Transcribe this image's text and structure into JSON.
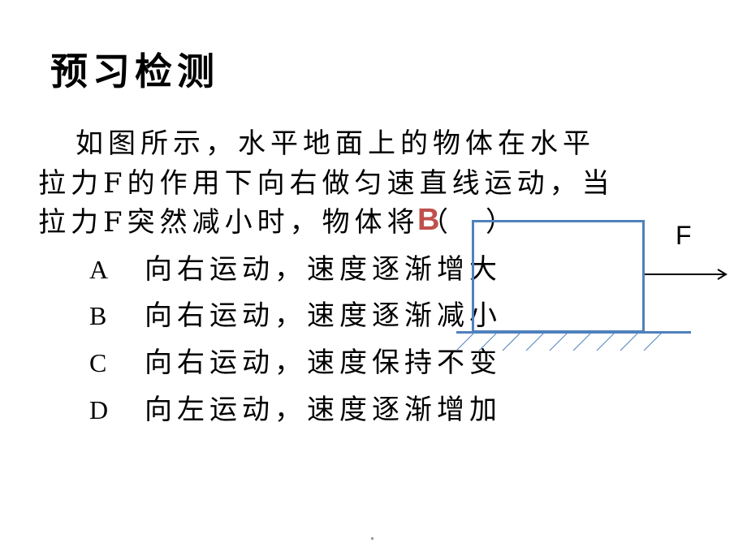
{
  "slide": {
    "title": "预习检测",
    "question": {
      "line1": "如图所示，水平地面上的物体在水平",
      "line2": "拉力F的作用下向右做匀速直线运动，当",
      "line3": "拉力F突然减小时，物体将",
      "paren_open": "（",
      "paren_close": "）"
    },
    "answer": {
      "value": "B",
      "color": "#c0504d"
    },
    "options": [
      {
        "letter": "A",
        "text": "向右运动，速度逐渐增大"
      },
      {
        "letter": "B",
        "text": "向右运动，速度逐渐减小"
      },
      {
        "letter": "C",
        "text": "向右运动，速度保持不变"
      },
      {
        "letter": "D",
        "text": "向左运动，速度逐渐增加"
      }
    ],
    "diagram": {
      "force_label": "F",
      "box_color": "#4f81bd",
      "ground_color": "#4f81bd",
      "arrow_color": "#000000"
    },
    "footer_mark": "."
  }
}
